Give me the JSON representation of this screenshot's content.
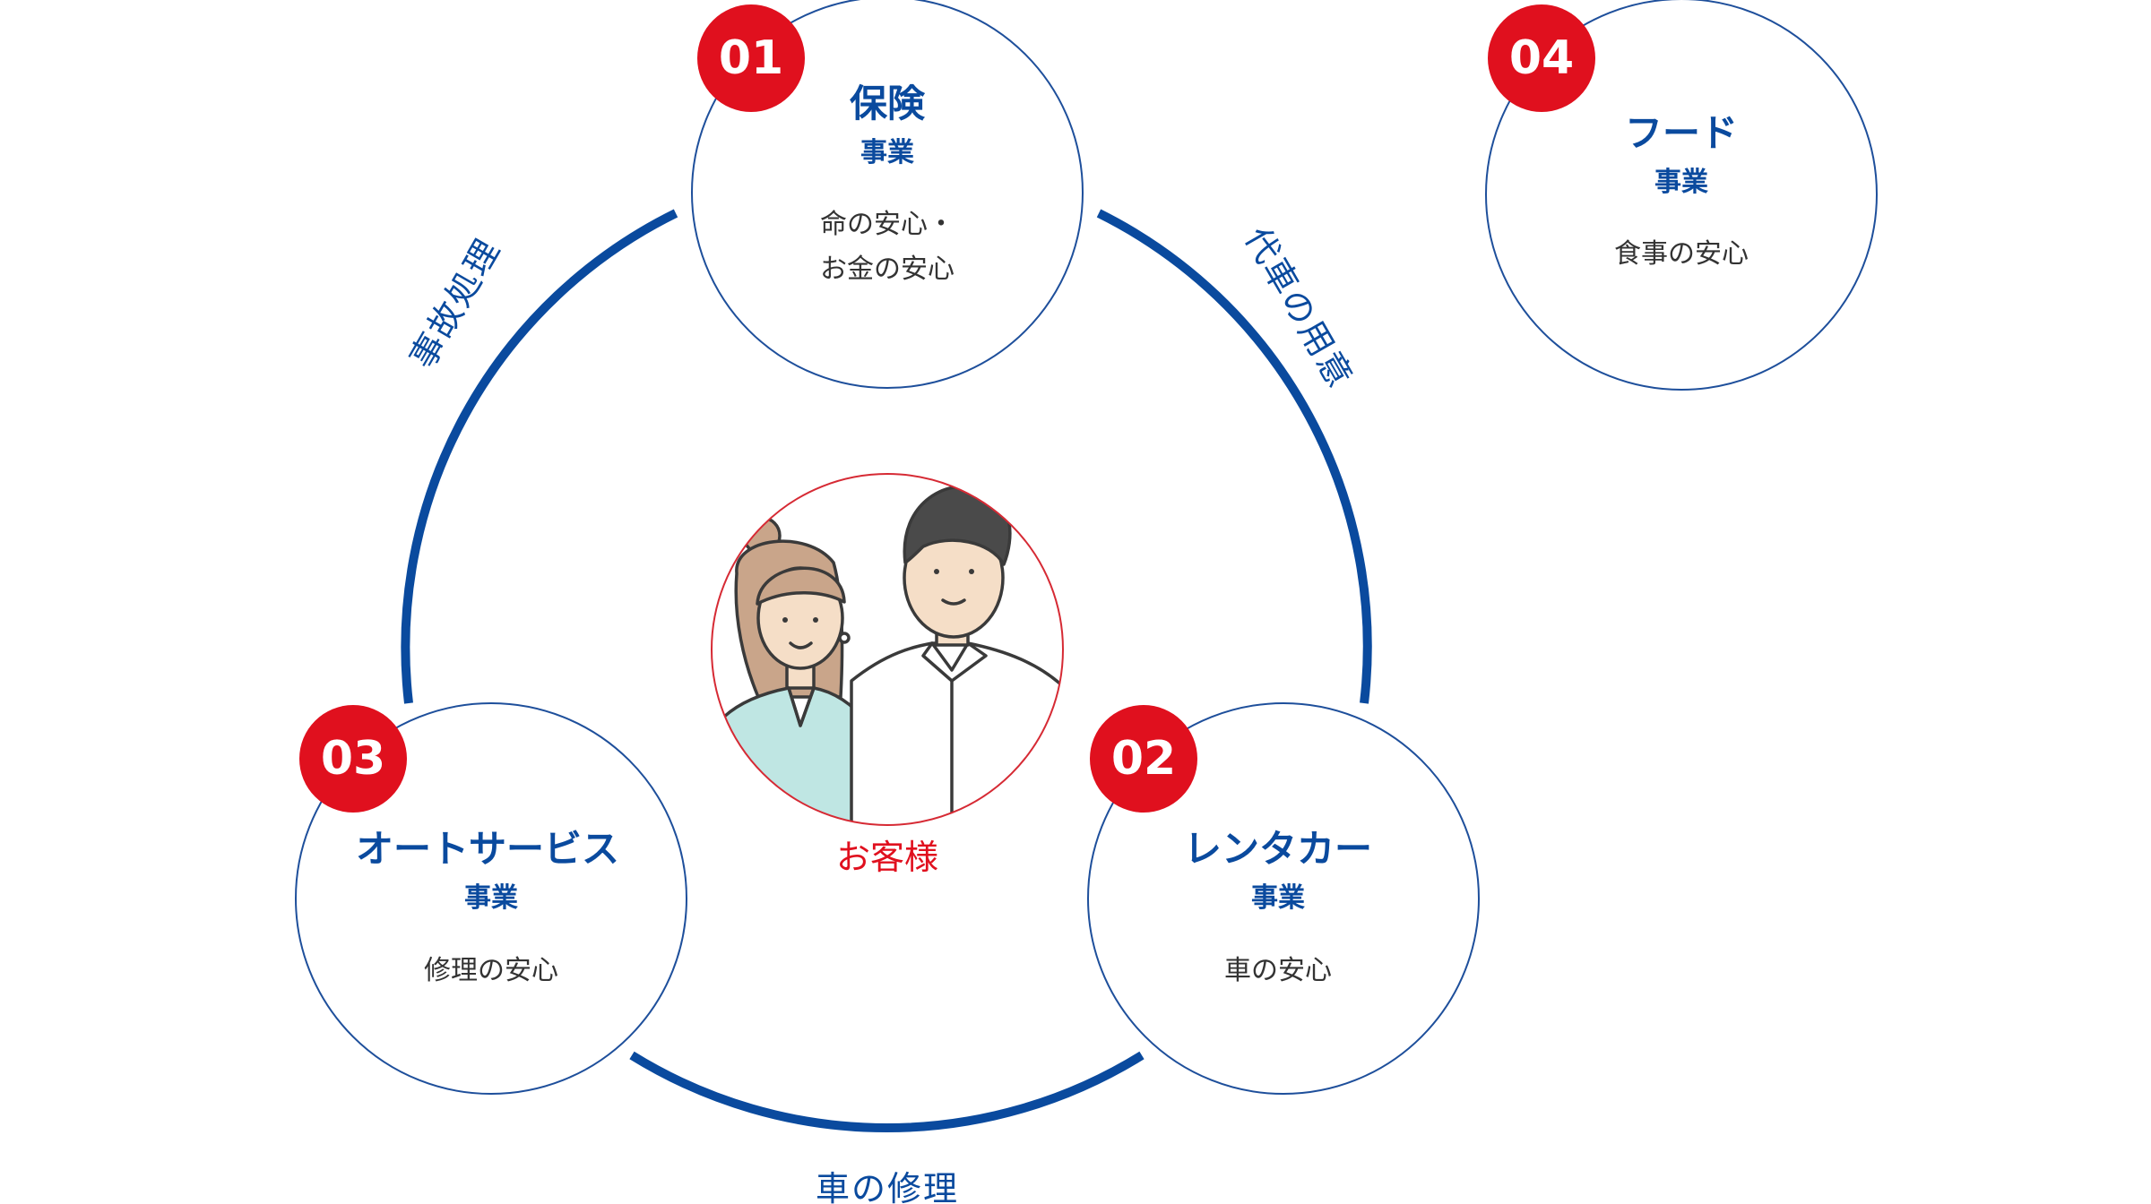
{
  "colors": {
    "navy": "#0a4a9e",
    "red": "#e0101e",
    "text": "#333333",
    "ring_line": "#1e4f9b",
    "customer_ring": "#d62a34"
  },
  "businesses": [
    {
      "number": "01",
      "name": "保険",
      "suffix": "事業",
      "desc": [
        "命の安心・",
        "お金の安心"
      ]
    },
    {
      "number": "02",
      "name": "レンタカー",
      "suffix": "事業",
      "desc": [
        "車の安心"
      ]
    },
    {
      "number": "03",
      "name": "オートサービス",
      "suffix": "事業",
      "desc": [
        "修理の安心"
      ]
    },
    {
      "number": "04",
      "name": "フード",
      "suffix": "事業",
      "desc": [
        "食事の安心"
      ]
    }
  ],
  "connections": {
    "left": "事故処理",
    "right": "代車の用意",
    "bottom": "車の修理"
  },
  "customer": {
    "label": "お客様",
    "illustration": "couple-illustration"
  }
}
